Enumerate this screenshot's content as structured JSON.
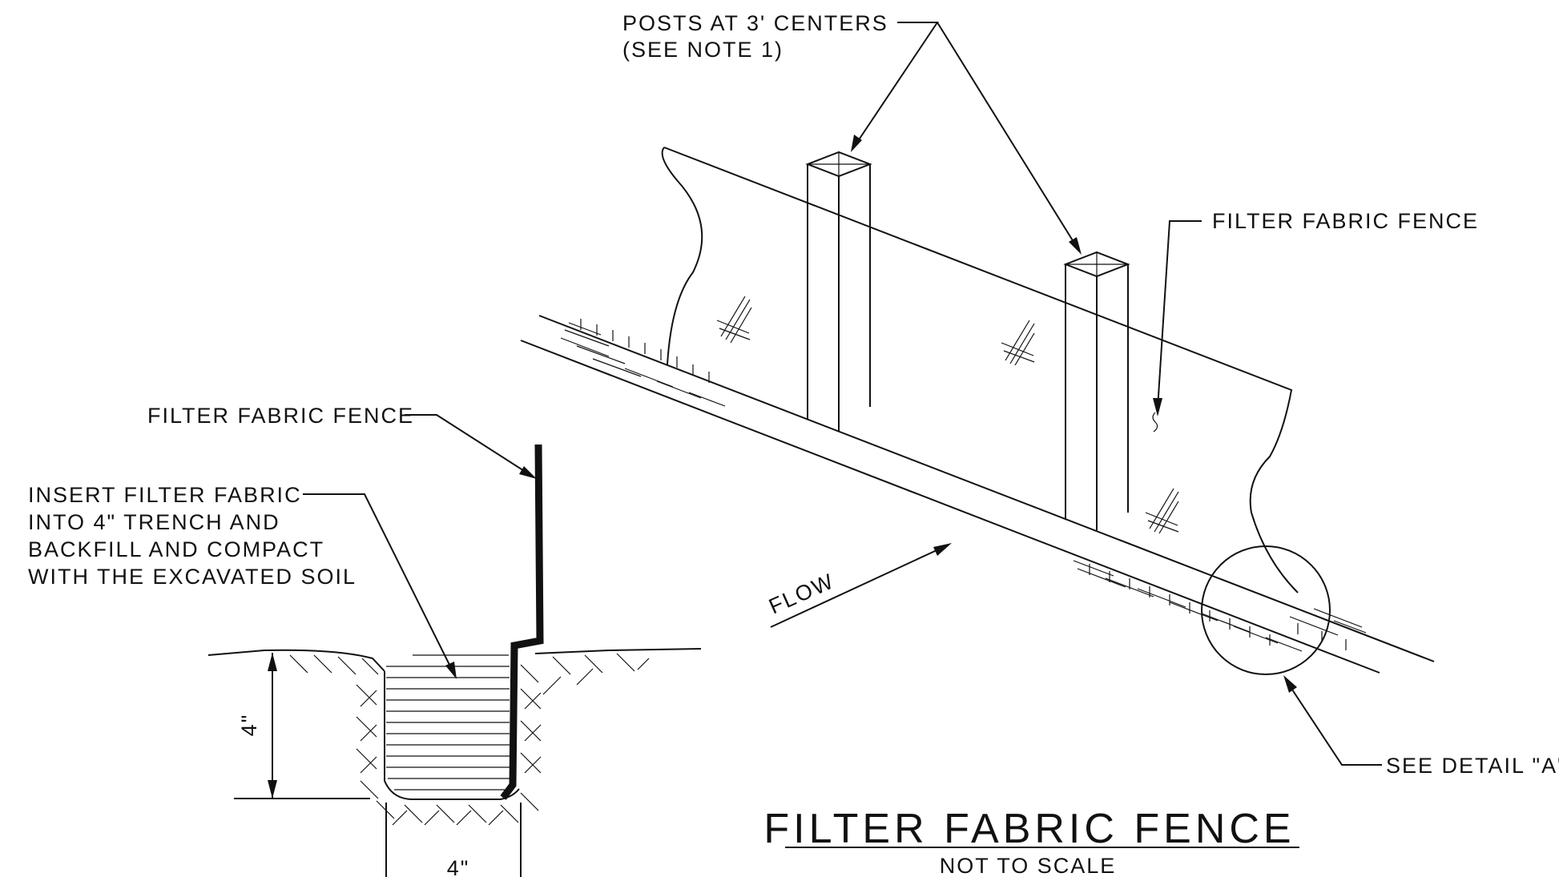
{
  "labels": {
    "posts": [
      "POSTS AT 3' CENTERS",
      "(SEE NOTE 1)"
    ],
    "fence_right": "FILTER FABRIC FENCE",
    "fence_left": "FILTER FABRIC FENCE",
    "insert": [
      "INSERT FILTER FABRIC",
      "INTO 4\" TRENCH AND",
      "BACKFILL AND COMPACT",
      "WITH THE EXCAVATED SOIL"
    ],
    "flow": "FLOW",
    "see_detail": "SEE DETAIL \"A\"",
    "dim_depth": "4\"",
    "dim_width": "4\""
  },
  "title": {
    "main": "FILTER FABRIC FENCE",
    "sub": "NOT TO SCALE"
  }
}
